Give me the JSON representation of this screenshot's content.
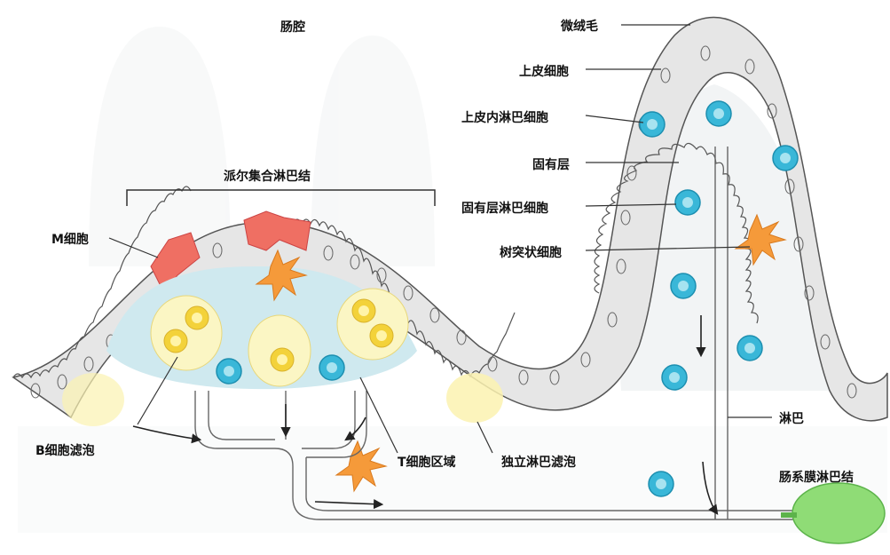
{
  "labels": {
    "lumen": "肠腔",
    "microvilli": "微绒毛",
    "epithelial_cell": "上皮细胞",
    "intraepithelial_lymphocyte": "上皮内淋巴细胞",
    "lamina_propria": "固有层",
    "lamina_propria_lymphocyte": "固有层淋巴细胞",
    "dendritic_cell": "树突状细胞",
    "peyers_patch": "派尔集合淋巴结",
    "m_cell": "M细胞",
    "b_cell_follicle": "B细胞滤泡",
    "t_cell_zone": "T细胞区域",
    "isolated_lymphoid_follicle": "独立淋巴滤泡",
    "lymph": "淋巴",
    "mesenteric_lymph_node": "肠系膜淋巴结"
  },
  "colors": {
    "epithelium_fill": "#e6e6e6",
    "epithelium_stroke": "#555555",
    "m_cell": "#ef6f63",
    "dome": "#cfe9ef",
    "follicle": "#fbf2b0",
    "b_cell": "#f3d23a",
    "lymphocyte": "#39b7d8",
    "dendritic_cell": "#f59a3a",
    "lymph_node": "#8fdc76"
  }
}
